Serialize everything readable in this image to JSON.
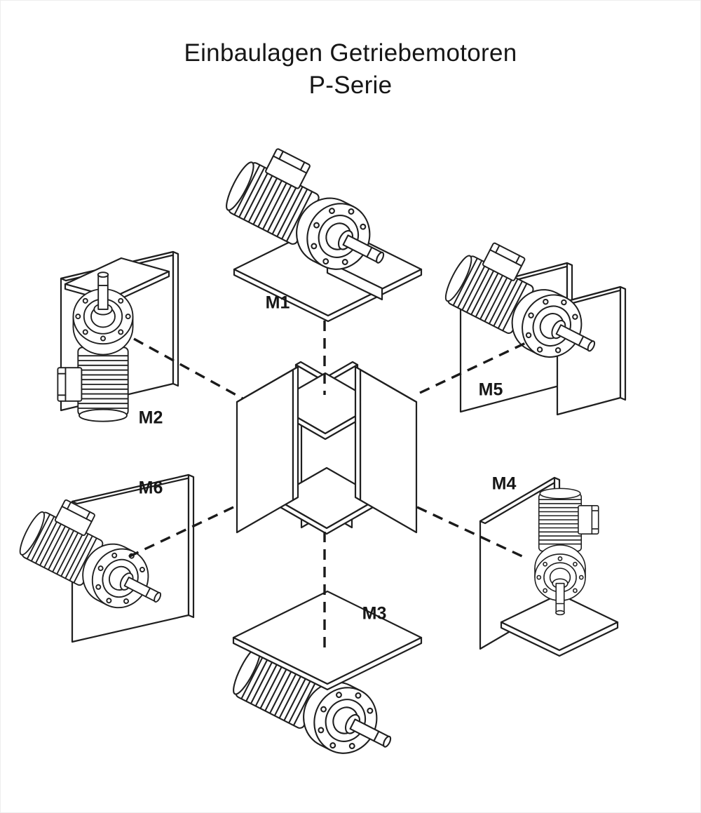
{
  "title": {
    "line1": "Einbaulagen Getriebemotoren",
    "line2": "P-Serie"
  },
  "colors": {
    "line": "#1f1f1f",
    "background": "#ffffff"
  },
  "positions": [
    {
      "id": "m1",
      "label": "M1"
    },
    {
      "id": "m2",
      "label": "M2"
    },
    {
      "id": "m3",
      "label": "M3"
    },
    {
      "id": "m4",
      "label": "M4"
    },
    {
      "id": "m5",
      "label": "M5"
    },
    {
      "id": "m6",
      "label": "M6"
    }
  ]
}
